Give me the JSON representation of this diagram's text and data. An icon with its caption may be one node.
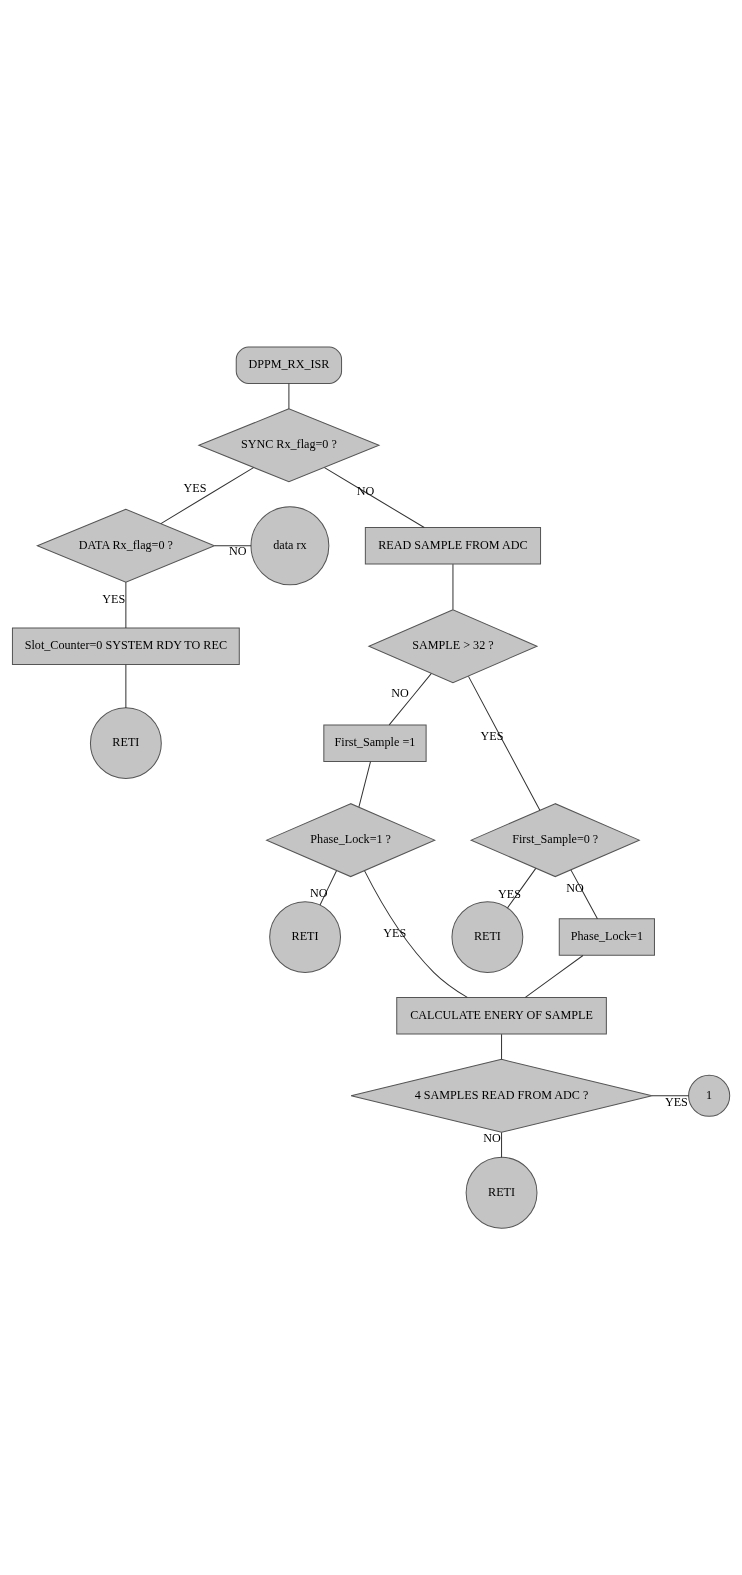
{
  "diagram": {
    "nodes": [
      {
        "text": [
          "DPPM_RX_ISR"
        ]
      },
      {
        "text": [
          "SYNC Rx_flag=0 ?"
        ]
      },
      {
        "text": [
          "DATA Rx_flag=0 ?"
        ]
      },
      {
        "text": [
          "data rx"
        ]
      },
      {
        "text": [
          "Slot_Counter=0 SYSTEM RDY TO REC"
        ]
      },
      {
        "text": [
          "RETI"
        ]
      },
      {
        "text": [
          "READ SAMPLE FROM ADC"
        ]
      },
      {
        "text": [
          "SAMPLE > 32 ?"
        ]
      },
      {
        "text": [
          "First_Sample =1"
        ]
      },
      {
        "text": [
          "Phase_Lock=1 ?"
        ]
      },
      {
        "text": [
          "RETI"
        ]
      },
      {
        "text": [
          "First_Sample=0 ?"
        ]
      },
      {
        "text": [
          "RETI"
        ]
      },
      {
        "text": [
          "Phase_Lock=1"
        ]
      },
      {
        "text": [
          "CALCULATE ENERY OF SAMPLE"
        ]
      },
      {
        "text": [
          "4 SAMPLES READ FROM ADC ?"
        ]
      },
      {
        "text": [
          "1"
        ]
      },
      {
        "text": [
          "RETI"
        ]
      }
    ],
    "edges": [
      {
        "from": 0,
        "to": 1,
        "arrow": "none"
      },
      {
        "from": 1,
        "to": 2,
        "arrow": "none",
        "label": "YES"
      },
      {
        "from": 1,
        "to": 6,
        "arrow": "none",
        "label": "NO"
      },
      {
        "from": 2,
        "to": 3,
        "arrow": "none",
        "label": "NO"
      },
      {
        "from": 2,
        "to": 4,
        "arrow": "none",
        "label": "YES"
      },
      {
        "from": 4,
        "to": 5,
        "arrow": "none"
      },
      {
        "from": 6,
        "to": 7,
        "arrow": "none"
      },
      {
        "from": 7,
        "to": 8,
        "arrow": "none",
        "label": "NO"
      },
      {
        "from": 7,
        "to": 11,
        "arrow": "none",
        "label": "YES"
      },
      {
        "from": 8,
        "to": 9,
        "arrow": "none"
      },
      {
        "from": 9,
        "to": 10,
        "arrow": "none",
        "label": "NO"
      },
      {
        "from": 9,
        "to": 14,
        "arrow": "none",
        "label": "YES"
      },
      {
        "from": 11,
        "to": 12,
        "arrow": "none",
        "label": "YES"
      },
      {
        "from": 11,
        "to": 13,
        "arrow": "none",
        "label": "NO"
      },
      {
        "from": 13,
        "to": 14,
        "arrow": "none"
      },
      {
        "from": 14,
        "to": 15,
        "arrow": "none"
      },
      {
        "from": 15,
        "to": 16,
        "arrow": "none",
        "label": "YES"
      },
      {
        "from": 15,
        "to": 17,
        "arrow": "none",
        "label": "NO"
      }
    ]
  }
}
